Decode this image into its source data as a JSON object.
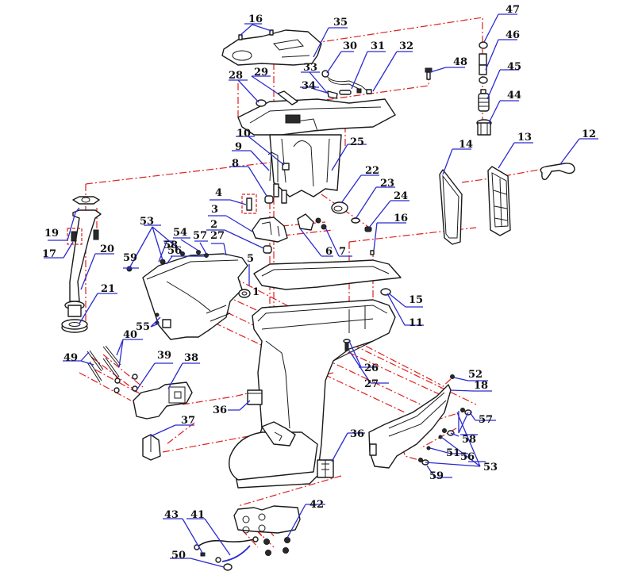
{
  "diagram": {
    "title": "Outboard motor lower casing exploded parts diagram",
    "colors": {
      "part_outline": "#1a1a1a",
      "leader_line": "#2b2bd0",
      "assembly_axis": "#e02020",
      "background": "#ffffff"
    },
    "callouts": [
      {
        "id": "c1",
        "label": "1"
      },
      {
        "id": "c2",
        "label": "2"
      },
      {
        "id": "c3",
        "label": "3"
      },
      {
        "id": "c4",
        "label": "4"
      },
      {
        "id": "c5",
        "label": "5"
      },
      {
        "id": "c6",
        "label": "6"
      },
      {
        "id": "c7",
        "label": "7"
      },
      {
        "id": "c8",
        "label": "8"
      },
      {
        "id": "c9",
        "label": "9"
      },
      {
        "id": "c10",
        "label": "10"
      },
      {
        "id": "c11",
        "label": "11"
      },
      {
        "id": "c12",
        "label": "12"
      },
      {
        "id": "c13",
        "label": "13"
      },
      {
        "id": "c14",
        "label": "14"
      },
      {
        "id": "c15",
        "label": "15"
      },
      {
        "id": "c16a",
        "label": "16"
      },
      {
        "id": "c16b",
        "label": "16"
      },
      {
        "id": "c17",
        "label": "17"
      },
      {
        "id": "c18",
        "label": "18"
      },
      {
        "id": "c19",
        "label": "19"
      },
      {
        "id": "c20",
        "label": "20"
      },
      {
        "id": "c21",
        "label": "21"
      },
      {
        "id": "c22",
        "label": "22"
      },
      {
        "id": "c23",
        "label": "23"
      },
      {
        "id": "c24",
        "label": "24"
      },
      {
        "id": "c25",
        "label": "25"
      },
      {
        "id": "c26",
        "label": "26"
      },
      {
        "id": "c27a",
        "label": "27"
      },
      {
        "id": "c27b",
        "label": "27"
      },
      {
        "id": "c28",
        "label": "28"
      },
      {
        "id": "c29",
        "label": "29"
      },
      {
        "id": "c30",
        "label": "30"
      },
      {
        "id": "c31",
        "label": "31"
      },
      {
        "id": "c32",
        "label": "32"
      },
      {
        "id": "c33",
        "label": "33"
      },
      {
        "id": "c34",
        "label": "34"
      },
      {
        "id": "c35",
        "label": "35"
      },
      {
        "id": "c36a",
        "label": "36"
      },
      {
        "id": "c36b",
        "label": "36"
      },
      {
        "id": "c37",
        "label": "37"
      },
      {
        "id": "c38",
        "label": "38"
      },
      {
        "id": "c39",
        "label": "39"
      },
      {
        "id": "c40",
        "label": "40"
      },
      {
        "id": "c41",
        "label": "41"
      },
      {
        "id": "c42",
        "label": "42"
      },
      {
        "id": "c43",
        "label": "43"
      },
      {
        "id": "c44",
        "label": "44"
      },
      {
        "id": "c45",
        "label": "45"
      },
      {
        "id": "c46",
        "label": "46"
      },
      {
        "id": "c47",
        "label": "47"
      },
      {
        "id": "c48",
        "label": "48"
      },
      {
        "id": "c49",
        "label": "49"
      },
      {
        "id": "c50",
        "label": "50"
      },
      {
        "id": "c51",
        "label": "51"
      },
      {
        "id": "c52",
        "label": "52"
      },
      {
        "id": "c53a",
        "label": "53"
      },
      {
        "id": "c53b",
        "label": "53"
      },
      {
        "id": "c54",
        "label": "54"
      },
      {
        "id": "c55",
        "label": "55"
      },
      {
        "id": "c56a",
        "label": "56"
      },
      {
        "id": "c56b",
        "label": "56"
      },
      {
        "id": "c57a",
        "label": "57"
      },
      {
        "id": "c57b",
        "label": "57"
      },
      {
        "id": "c58a",
        "label": "58"
      },
      {
        "id": "c58b",
        "label": "58"
      },
      {
        "id": "c59a",
        "label": "59"
      },
      {
        "id": "c59b",
        "label": "59"
      }
    ]
  }
}
